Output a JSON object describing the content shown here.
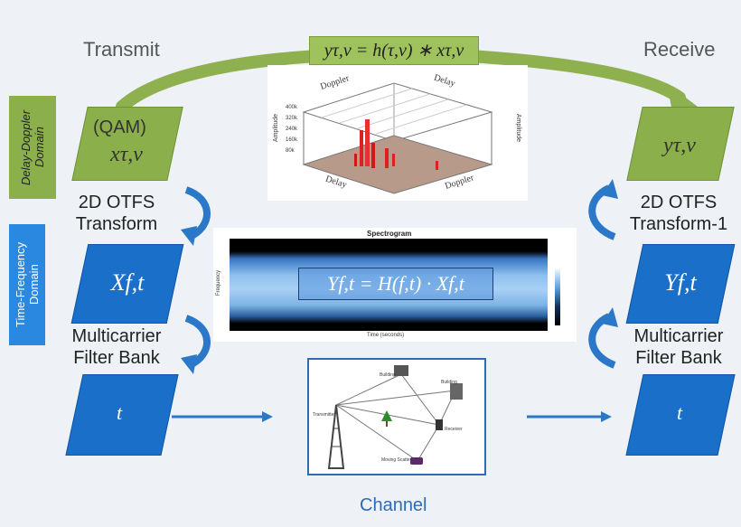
{
  "headings": {
    "transmit": "Transmit",
    "receive": "Receive",
    "channel": "Channel"
  },
  "equations": {
    "top": "yτ,ν = h(τ,ν) ∗ xτ,ν",
    "spectrogram": "Yf,t = H(f,t) · Xf,t"
  },
  "side_labels": {
    "delay_doppler": "Delay-Doppler Domain",
    "time_frequency": "Time-Frequency Domain"
  },
  "left_blocks": {
    "qam": "(QAM)",
    "x_dd": "xτ,ν",
    "x_tf": "Xf,t",
    "t": "t"
  },
  "right_blocks": {
    "y_dd": "yτ,ν",
    "y_tf": "Yf,t",
    "t": "t"
  },
  "left_transforms": {
    "otfs": [
      "2D OTFS",
      "Transform"
    ],
    "filter": [
      "Multicarrier",
      "Filter Bank"
    ]
  },
  "right_transforms": {
    "otfs": [
      "2D OTFS",
      "Transform-1"
    ],
    "filter": [
      "Multicarrier",
      "Filter Bank"
    ]
  },
  "plot3d": {
    "axis_doppler_left": "Doppler",
    "axis_delay_right": "Delay",
    "axis_delay_bottom": "Delay",
    "axis_doppler_bottom": "Doppler",
    "ylabel_left": "Amplitude",
    "ylabel_right": "Amplitude",
    "ticks": [
      "400k",
      "320k",
      "240k",
      "160k",
      "80k"
    ]
  },
  "spectrogram": {
    "title": "Spectrogram",
    "xlabel": "Time (seconds)",
    "ylabel": "Frequency"
  },
  "channel_scene": {
    "building": "Building",
    "building2": "Building",
    "transmitter": "Transmitter",
    "receiver": "Receiver",
    "moving_scatter": "Moving Scatter"
  },
  "colors": {
    "green": "#8bb04b",
    "blue": "#1a6fc8",
    "arrow_blue": "#2b78c9",
    "arrow_green": "#8fb04f"
  }
}
